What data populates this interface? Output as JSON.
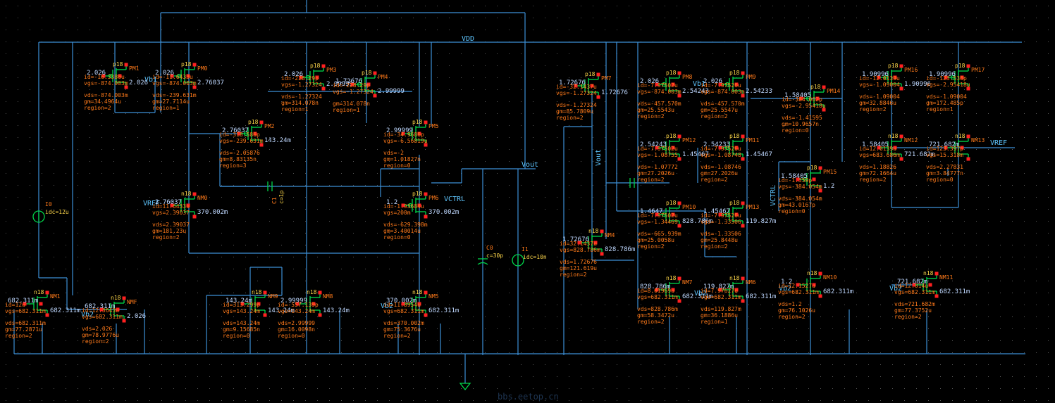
{
  "labels": {
    "vdd": "VDD",
    "vout": "Vout",
    "vout_side": "Vout",
    "vb1_left": "Vb1",
    "vb1_right": "Vb1",
    "vb2_a": "Vb2",
    "vb2_b": "Vb2",
    "vb2_c": "Vb2",
    "vb2_d": "Vb2",
    "vb2_e": "Vb2",
    "vref_left": "VREF",
    "vref_right": "VREF",
    "vctrl": "VCTRL",
    "vctrl_side": "VCTRL",
    "watermark": "bbs.eetop.cn"
  },
  "sources": {
    "i0": {
      "name": "I0",
      "value": "idc=12u"
    },
    "i1": {
      "name": "I1",
      "value": "idc=10n"
    },
    "c0": {
      "name": "C0",
      "value": "c=30p"
    },
    "c1": {
      "name": "C1",
      "value": "c=1p"
    }
  },
  "devices": [
    {
      "id": "pm1",
      "name": "PM1",
      "model": "p18",
      "type": "p",
      "lines": [
        "id=-16.3386u",
        "vgs=-874.003m",
        "vds=-874.003m",
        "gm=34.4964u",
        "region=2"
      ],
      "nodes": [
        "2.026",
        "2.026"
      ]
    },
    {
      "id": "pm0",
      "name": "PM0",
      "model": "p18",
      "type": "p",
      "lines": [
        "id=-11.6433u",
        "vgs=-874.003m",
        "vds=-239.631m",
        "gm=27.7114u",
        "region=1"
      ],
      "nodes": [
        "2.026",
        "2.76037"
      ]
    },
    {
      "id": "pm2",
      "name": "PM2",
      "model": "p18",
      "type": "p",
      "lines": [
        "id=-318.586p",
        "vgs=-239.631m",
        "vds=-2.05876",
        "gm=8.83135n",
        "region=3"
      ],
      "nodes": [
        "2.76037",
        "143.24m"
      ]
    },
    {
      "id": "nm0",
      "name": "NM0",
      "model": "n18",
      "type": "n",
      "lines": [
        "id=11.6433u",
        "vgs=2.39037",
        "vds=2.39037",
        "gm=181.23u",
        "region=2"
      ],
      "nodes": [
        "2.76037",
        "370.002m"
      ]
    },
    {
      "id": "pm3",
      "name": "PM3",
      "model": "p18",
      "type": "p",
      "lines": [
        "id=-228.29p",
        "vgs=-1.27324",
        "vds=-1.27324",
        "gm=314.078n",
        "region=1"
      ],
      "nodes": [
        "2.026",
        "2.99999"
      ]
    },
    {
      "id": "pm4",
      "name": "PM4",
      "model": "p18",
      "type": "p",
      "lines": [
        "id=-228.29p",
        "vgs=-1.27324",
        "gm=314.078n",
        "region=1"
      ],
      "nodes": [
        "1.72676",
        "2.99999"
      ]
    },
    {
      "id": "pm5",
      "name": "PM5",
      "model": "p18",
      "type": "p",
      "lines": [
        "id=-34.9686p",
        "vgs=-6.56819u",
        "vds=-2",
        "gm=1.01827n",
        "region=0"
      ],
      "nodes": [
        "2.99999"
      ]
    },
    {
      "id": "pm6",
      "name": "PM6",
      "model": "p18",
      "type": "p",
      "lines": [
        "id=-1.93684u",
        "vgs=200m",
        "vds=-629.398m",
        "gm=3.40014u",
        "region=0"
      ],
      "nodes": [
        "1.2",
        "370.002m"
      ]
    },
    {
      "id": "nm1",
      "name": "NM1",
      "model": "n18",
      "type": "n",
      "lines": [
        "id=12u",
        "vgs=682.311m",
        "vds=682.311m",
        "gm=77.2871u",
        "region=2"
      ],
      "nodes": [
        "682.311m",
        "682.311m"
      ]
    },
    {
      "id": "nmf",
      "name": "NMF",
      "model": "n18",
      "type": "n",
      "lines": [
        "id=12.3643u",
        "vgs=682.311m",
        "vds=2.026",
        "gm=78.9776u",
        "region=2"
      ],
      "nodes": [
        "682.311m",
        "2.026"
      ]
    },
    {
      "id": "nm9",
      "name": "NM9",
      "model": "n18",
      "type": "n",
      "lines": [
        "id=313.299p",
        "vgs=143.24m",
        "vds=143.24m",
        "gm=9.15685n",
        "region=0"
      ],
      "nodes": [
        "143.24m",
        "143.24m"
      ]
    },
    {
      "id": "nm8",
      "name": "NM8",
      "model": "n18",
      "type": "n",
      "lines": [
        "id=-557.139p",
        "vgs=143.24m",
        "vds=2.99999",
        "gm=16.0098n",
        "region=0"
      ],
      "nodes": [
        "2.99999",
        "143.24m"
      ]
    },
    {
      "id": "nm5",
      "name": "NM5",
      "model": "n18",
      "type": "n",
      "lines": [
        "id=11.8954u",
        "vgs=682.311m",
        "vds=370.002m",
        "gm=75.3676u",
        "region=2"
      ],
      "nodes": [
        "370.002m",
        "682.311m"
      ]
    },
    {
      "id": "pm7",
      "name": "PM7",
      "model": "p18",
      "type": "p",
      "lines": [
        "id=-32.1437u",
        "vgs=-1.27324",
        "vds=-1.27324",
        "gm=85.7809u",
        "region=2"
      ],
      "nodes": [
        "1.72676",
        "1.72676"
      ]
    },
    {
      "id": "nm4",
      "name": "NM4",
      "model": "n18",
      "type": "n",
      "lines": [
        "id=32.1437u",
        "vgs=828.786m",
        "vds=1.72676",
        "gm=121.619u",
        "region=2"
      ],
      "nodes": [
        "1.72676",
        "828.786m"
      ]
    },
    {
      "id": "pm8",
      "name": "PM8",
      "model": "p18",
      "type": "p",
      "lines": [
        "id=-7.97502u",
        "vgs=-874.003m",
        "vds=-457.570m",
        "gm=25.5543u",
        "region=2"
      ],
      "nodes": [
        "2.026",
        "2.54243"
      ]
    },
    {
      "id": "pm9",
      "name": "PM9",
      "model": "p18",
      "type": "p",
      "lines": [
        "id=-7.97526u",
        "vgs=-874.003m",
        "vds=-457.570m",
        "gm=25.5547u",
        "region=2"
      ],
      "nodes": [
        "2.026",
        "2.54233"
      ]
    },
    {
      "id": "pm12",
      "name": "PM12",
      "model": "p18",
      "type": "p",
      "lines": [
        "id=-7.97502u",
        "vgs=-1.08755",
        "vds=-1.07772",
        "gm=27.2026u",
        "region=2"
      ],
      "nodes": [
        "2.54243",
        "1.45467"
      ]
    },
    {
      "id": "pm11",
      "name": "PM11",
      "model": "p18",
      "type": "p",
      "lines": [
        "id=-7.97526u",
        "vgs=-1.08748",
        "vds=-1.08746",
        "gm=27.2026u",
        "region=2"
      ],
      "nodes": [
        "2.54233",
        "1.45467"
      ]
    },
    {
      "id": "pm10",
      "name": "PM10",
      "model": "p18",
      "type": "p",
      "lines": [
        "id=-7.97502u",
        "vgs=-1.34469",
        "vds=-665.939m",
        "gm=25.0058u",
        "region=2"
      ],
      "nodes": [
        "1.4647",
        "828.786m"
      ]
    },
    {
      "id": "pm13",
      "name": "PM13",
      "model": "p18",
      "type": "p",
      "lines": [
        "id=-7.97526u",
        "vgs=-1.33506",
        "vds=-1.33506",
        "gm=25.8448u",
        "region=2"
      ],
      "nodes": [
        "1.45467",
        "119.827m"
      ]
    },
    {
      "id": "nm7",
      "name": "NM7",
      "model": "n18",
      "type": "n",
      "lines": [
        "id=8.01969u",
        "vgs=682.311m",
        "vds=828.786m",
        "gm=58.3472u",
        "region=2"
      ],
      "nodes": [
        "828.786m",
        "682.311m"
      ]
    },
    {
      "id": "nm6",
      "name": "NM6",
      "model": "n18",
      "type": "n",
      "lines": [
        "id=7.97627u",
        "vgs=682.311m",
        "vds=119.827m",
        "gm=36.1886u",
        "region=1"
      ],
      "nodes": [
        "119.827m",
        "682.311m"
      ]
    },
    {
      "id": "pm14",
      "name": "PM14",
      "model": "p18",
      "type": "p",
      "lines": [
        "id=-384.062p",
        "vgs=-2.95418u",
        "vds=-1.41595",
        "gm=10.9657n",
        "region=0"
      ],
      "nodes": [
        "1.58405"
      ]
    },
    {
      "id": "pm15",
      "name": "PM15",
      "model": "p18",
      "type": "p",
      "lines": [
        "id=-1.359p",
        "vgs=-384.054m",
        "vds=-384.054m",
        "gm=43.0167p",
        "region=0"
      ],
      "nodes": [
        "1.58405",
        "1.2"
      ]
    },
    {
      "id": "nm10",
      "name": "NM10",
      "model": "n18",
      "type": "n",
      "lines": [
        "id=12.1527u",
        "vgs=682.311m",
        "vds=1.2",
        "gm=76.1026u",
        "region=2"
      ],
      "nodes": [
        "1.2",
        "682.311m"
      ]
    },
    {
      "id": "pm16",
      "name": "PM16",
      "model": "p18",
      "type": "p",
      "lines": [
        "id=-12.0139u",
        "vgs=-1.09004",
        "vds=-1.09004",
        "gm=32.8846u",
        "region=2"
      ],
      "nodes": [
        "1.90996",
        "1.90996"
      ]
    },
    {
      "id": "pm17",
      "name": "PM17",
      "model": "p18",
      "type": "p",
      "lines": [
        "id=-123.536p",
        "vgs=-2.95418u",
        "vds=-1.09004",
        "gm=172.485p",
        "region=1"
      ],
      "nodes": [
        "1.90996"
      ]
    },
    {
      "id": "nm12",
      "name": "NM12",
      "model": "n18",
      "type": "n",
      "lines": [
        "id=12.0139u",
        "vgs=683.686m",
        "vds=1.18826",
        "gm=72.1664u",
        "region=2"
      ],
      "nodes": [
        "1.58405",
        "721.682m"
      ]
    },
    {
      "id": "nm13",
      "name": "NM13",
      "model": "n18",
      "type": "n",
      "lines": [
        "id=123.397p",
        "vgs=15.318m",
        "vds=2.27831",
        "gm=3.84777n",
        "region=0"
      ],
      "nodes": [
        "721.682m"
      ]
    },
    {
      "id": "nm11",
      "name": "NM11",
      "model": "n18",
      "type": "n",
      "lines": [
        "id=12.014u",
        "vgs=682.311m",
        "vds=721.682m",
        "gm=77.3752u",
        "region=2"
      ],
      "nodes": [
        "721.682m",
        "682.311m"
      ]
    }
  ]
}
